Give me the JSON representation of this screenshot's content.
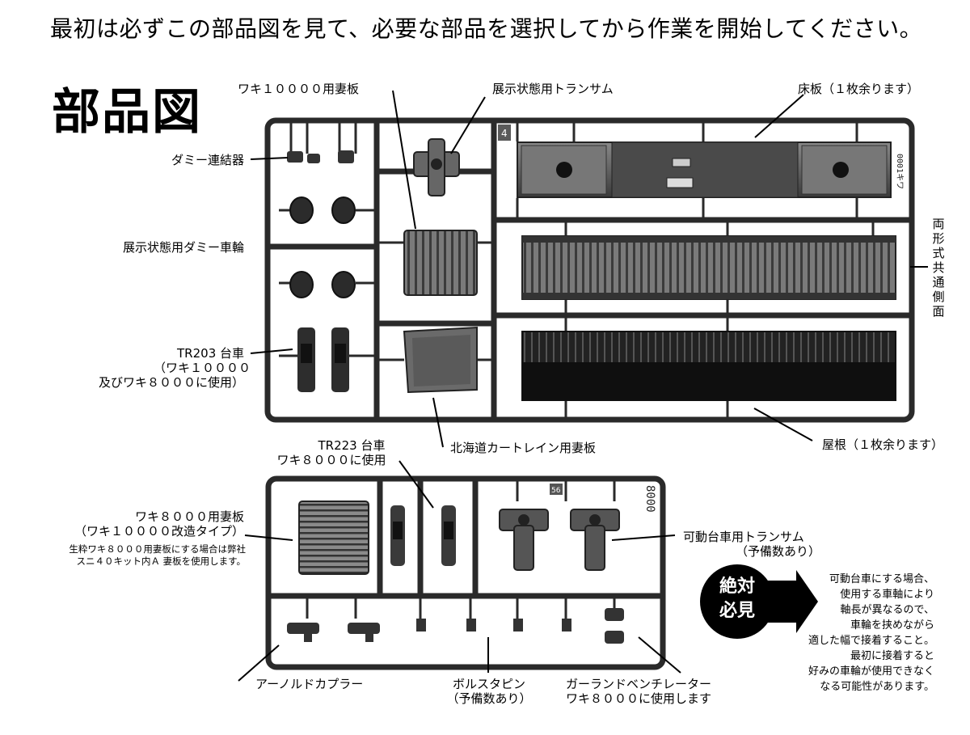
{
  "header": {
    "instruction": "最初は必ずこの部品図を見て、必要な部品を選択してから作業を開始してください。",
    "title": "部品図"
  },
  "labels": {
    "waki10000_end_plate": "ワキ１００００用妻板",
    "display_transom": "展示状態用トランサム",
    "floor_plate": "床板（１枚余ります）",
    "dummy_coupler": "ダミー連結器",
    "display_dummy_wheels": "展示状態用ダミー車輪",
    "both_types_side": "両形式共通側面",
    "tr203_line1": "TR203 台車",
    "tr203_line2": "（ワキ１００００",
    "tr203_line3": "及びワキ８０００に使用）",
    "hokkaido_end_plate": "北海道カートレイン用妻板",
    "roof": "屋根（１枚余ります）",
    "tr223_line1": "TR223 台車",
    "tr223_line2": "ワキ８０００に使用",
    "waki8000_end_line1": "ワキ８０００用妻板",
    "waki8000_end_line2": "（ワキ１００００改造タイプ）",
    "waki8000_note_line1": "生粋ワキ８０００用妻板にする場合は弊社",
    "waki8000_note_line2": "スニ４０キット内Ａ 妻板を使用します。",
    "movable_transom_line1": "可動台車用トランサム",
    "movable_transom_line2": "（予備数あり）",
    "arnold_coupler": "アーノルドカプラー",
    "bolster_pin_line1": "ボルスタピン",
    "bolster_pin_line2": "（予備数あり）",
    "garland_line1": "ガーランドベンチレーター",
    "garland_line2": "ワキ８０００に使用します"
  },
  "badge": {
    "line1": "絶対",
    "line2": "必見"
  },
  "caution": {
    "lines": [
      "可動台車にする場合、",
      "使用する車軸により",
      "軸長が異なるので、",
      "車輪を挟めながら",
      "適した幅で接着すること。",
      "最初に接着すると",
      "好みの車輪が使用できなく",
      "なる可能性があります。"
    ]
  },
  "sprue_marks": {
    "upper_tag": "4",
    "floor_code": "0001キワ",
    "lower_code": "8000",
    "lower_tag": "56"
  }
}
